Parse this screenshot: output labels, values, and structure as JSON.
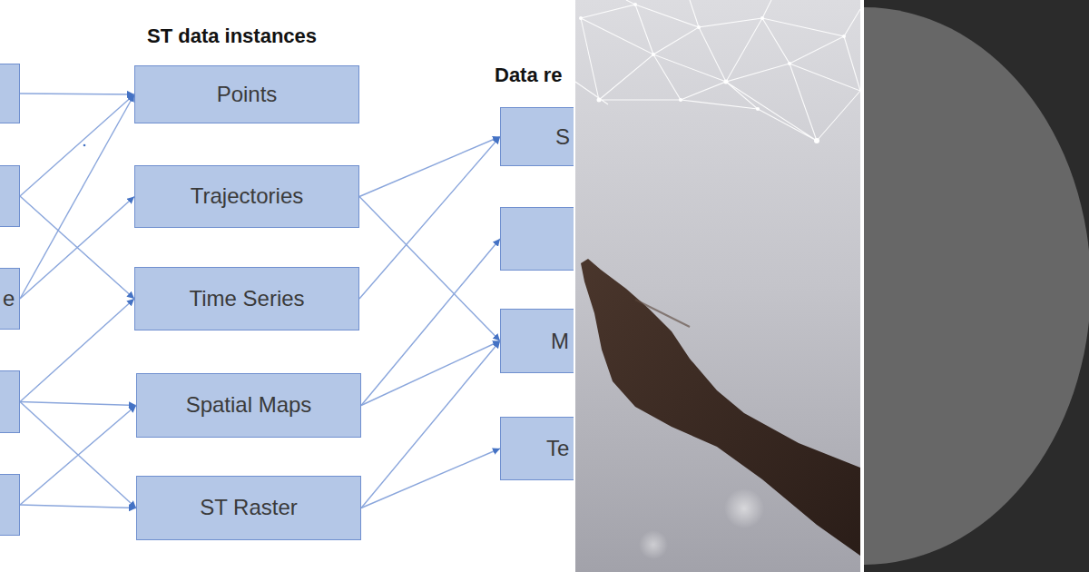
{
  "diagram": {
    "nodes": [
      {
        "text": []
      },
      {
        "text": []
      },
      {
        "text": [
          "e"
        ]
      },
      {
        "text": []
      },
      {
        "text": []
      },
      {
        "text": [
          "Points"
        ]
      },
      {
        "text": [
          "Trajectories"
        ]
      },
      {
        "text": [
          "Time Series"
        ]
      },
      {
        "text": [
          "Spatial Maps"
        ]
      },
      {
        "text": [
          "ST Raster"
        ]
      },
      {
        "text": [
          "S"
        ]
      },
      {
        "text": []
      },
      {
        "text": [
          "M"
        ]
      },
      {
        "text": [
          "Te"
        ]
      }
    ],
    "edges": [
      {
        "from": 0,
        "to": 5,
        "arrow": "to"
      },
      {
        "from": 1,
        "to": 5,
        "arrow": "to"
      },
      {
        "from": 1,
        "to": 7,
        "arrow": "to"
      },
      {
        "from": 2,
        "to": 5,
        "arrow": "to"
      },
      {
        "from": 2,
        "to": 6,
        "arrow": "to"
      },
      {
        "from": 3,
        "to": 7,
        "arrow": "to"
      },
      {
        "from": 3,
        "to": 8,
        "arrow": "to"
      },
      {
        "from": 3,
        "to": 9,
        "arrow": "to"
      },
      {
        "from": 4,
        "to": 8,
        "arrow": "to"
      },
      {
        "from": 4,
        "to": 9,
        "arrow": "to"
      },
      {
        "from": 6,
        "to": 10,
        "arrow": "to"
      },
      {
        "from": 6,
        "to": 12,
        "arrow": "to"
      },
      {
        "from": 7,
        "to": 10,
        "arrow": "to"
      },
      {
        "from": 8,
        "to": 11,
        "arrow": "to"
      },
      {
        "from": 8,
        "to": 12,
        "arrow": "to"
      },
      {
        "from": 9,
        "to": 12,
        "arrow": "to"
      },
      {
        "from": 9,
        "to": 13,
        "arrow": "to"
      }
    ],
    "labels": [
      "ST data instances",
      "Data re"
    ]
  }
}
